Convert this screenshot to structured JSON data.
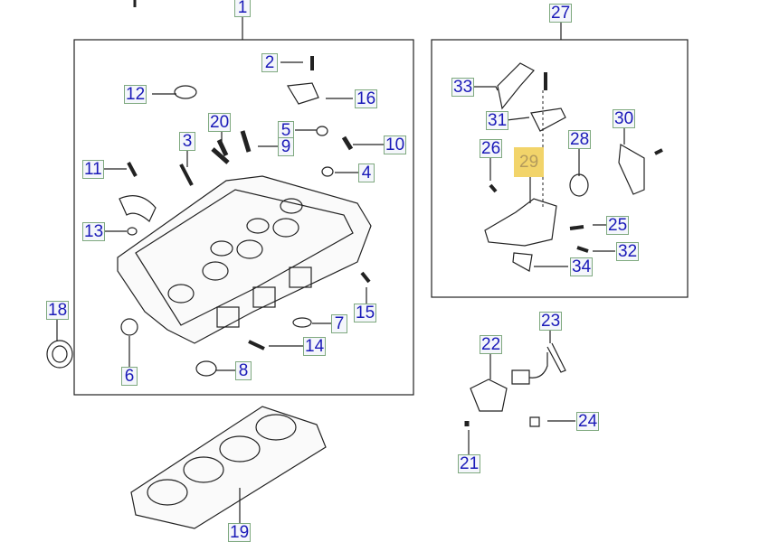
{
  "diagram": {
    "title": "Cylinder head and thermostat housing parts diagram",
    "labels": {
      "p1": "1",
      "p2": "2",
      "p3": "3",
      "p4": "4",
      "p5": "5",
      "p6": "6",
      "p7": "7",
      "p8": "8",
      "p9": "9",
      "p10": "10",
      "p11": "11",
      "p12": "12",
      "p13": "13",
      "p14": "14",
      "p15": "15",
      "p16": "16",
      "p18": "18",
      "p19": "19",
      "p20": "20",
      "p21": "21",
      "p22": "22",
      "p23": "23",
      "p24": "24",
      "p25": "25",
      "p26": "26",
      "p27": "27",
      "p28": "28",
      "p29": "29",
      "p30": "30",
      "p31": "31",
      "p32": "32",
      "p33": "33",
      "p34": "34"
    },
    "highlighted": "29",
    "colors": {
      "label_text": "#1a1ab8",
      "label_border": "#7fa97f",
      "highlight": "#f2d46a"
    }
  }
}
